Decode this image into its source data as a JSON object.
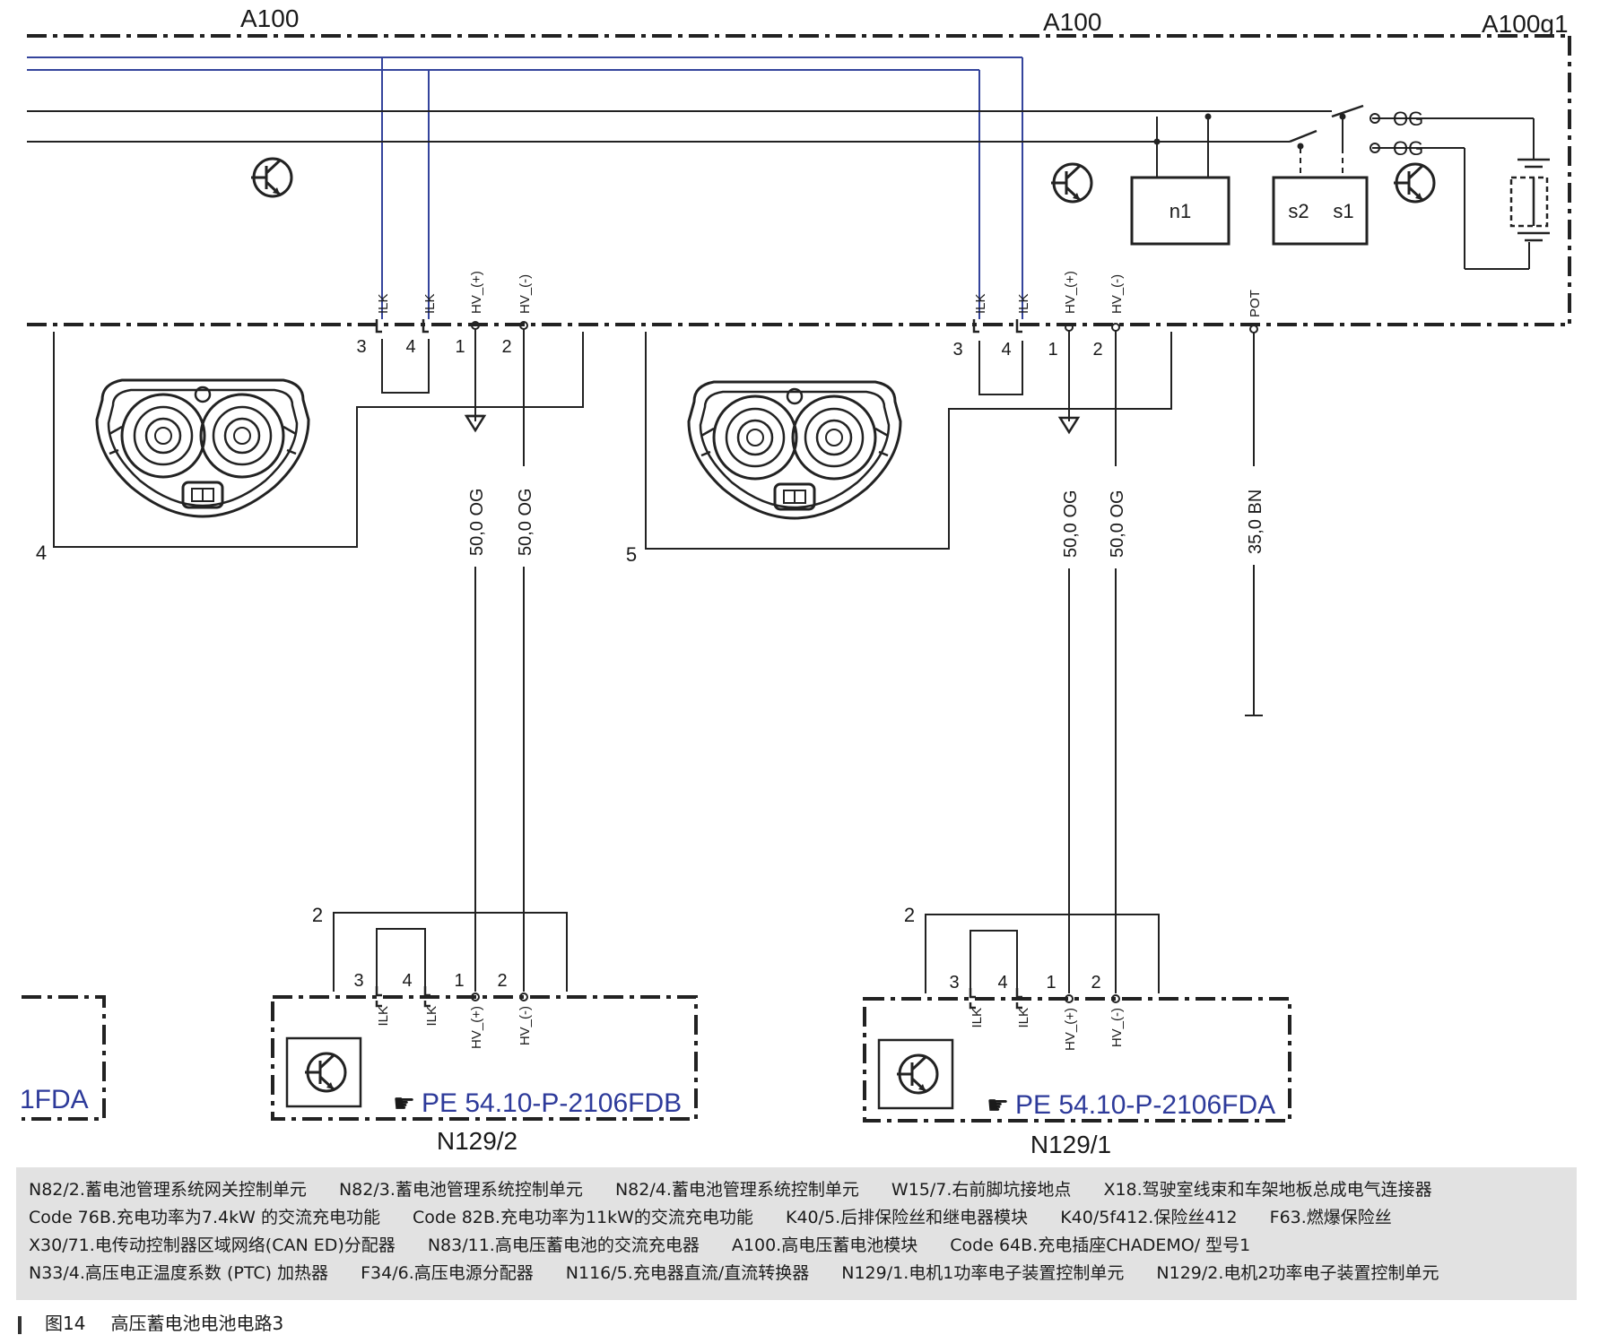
{
  "labels": {
    "a100_left": "A100",
    "a100_right": "A100",
    "a100g1": "A100g1",
    "n1": "n1",
    "s1": "s1",
    "s2": "s2",
    "ilk": "ILK",
    "hv_plus": "HV_(+)",
    "hv_minus": "HV_(-)",
    "pot": "POT",
    "pin_1": "1",
    "pin_2": "2",
    "pin_3": "3",
    "pin_4": "4",
    "pin_5": "5",
    "og_contacts": "OG",
    "wire_og": "50,0 OG",
    "wire_bn": "35,0 BN",
    "n129_2": "N129/2",
    "n129_1": "N129/1",
    "ref_fdb": "PE 54.10-P-2106FDB",
    "ref_fda": "PE 54.10-P-2106FDA",
    "ref_fda_partial": "1FDA"
  },
  "legend": [
    "N82/2.蓄电池管理系统网关控制单元",
    "N82/3.蓄电池管理系统控制单元",
    "N82/4.蓄电池管理系统控制单元",
    "W15/7.右前脚坑接地点",
    "X18.驾驶室线束和车架地板总成电气连接器",
    "Code 76B.充电功率为7.4kW 的交流充电功能",
    "Code 82B.充电功率为11kW的交流充电功能",
    "K40/5.后排保险丝和继电器模块",
    "K40/5f412.保险丝412",
    "F63.燃爆保险丝",
    "X30/71.电传动控制器区域网络(CAN ED)分配器",
    "N83/11.高电压蓄电池的交流充电器",
    "A100.高电压蓄电池模块",
    "Code 64B.充电插座CHADEMO/ 型号1",
    "N33/4.高压电正温度系数 (PTC) 加热器",
    "F34/6.高压电源分配器",
    "N116/5.充电器直流/直流转换器",
    "N129/1.电机1功率电子装置控制单元",
    "N129/2.电机2功率电子装置控制单元"
  ],
  "caption": {
    "figure": "图14",
    "title": "高压蓄电池电池电路3"
  },
  "colors": {
    "wire": "#2b2b2b",
    "can_wire": "#34449c",
    "ref_text": "#2d3a9a",
    "legend_bg": "#e2e2e2"
  }
}
